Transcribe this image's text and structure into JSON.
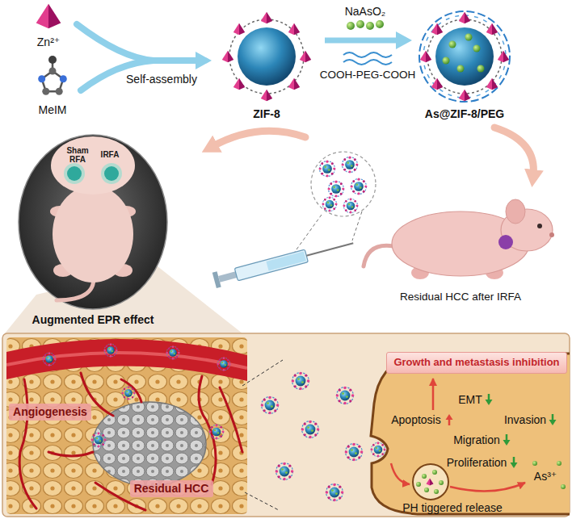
{
  "diagram": {
    "nodes": [
      {
        "text": [
          "Growth and metastasis inhibition"
        ]
      },
      {
        "text": [
          "Angiogenesis"
        ]
      },
      {
        "text": [
          "Residual HCC"
        ]
      }
    ],
    "labels": [
      "Zn²⁺",
      "Self-assembly",
      "NaAsO₂",
      "COOH-PEG-COOH",
      "ZIF-8",
      "As@ZIF-8/PEG",
      "MeIM",
      "Sham RFA",
      "IRFA",
      "Residual HCC after IRFA",
      "Augmented EPR effect",
      "EMT",
      "Apoptosis",
      "Invasion",
      "Migration",
      "Proliferation",
      "As³⁺",
      "PH tiggered release"
    ]
  }
}
